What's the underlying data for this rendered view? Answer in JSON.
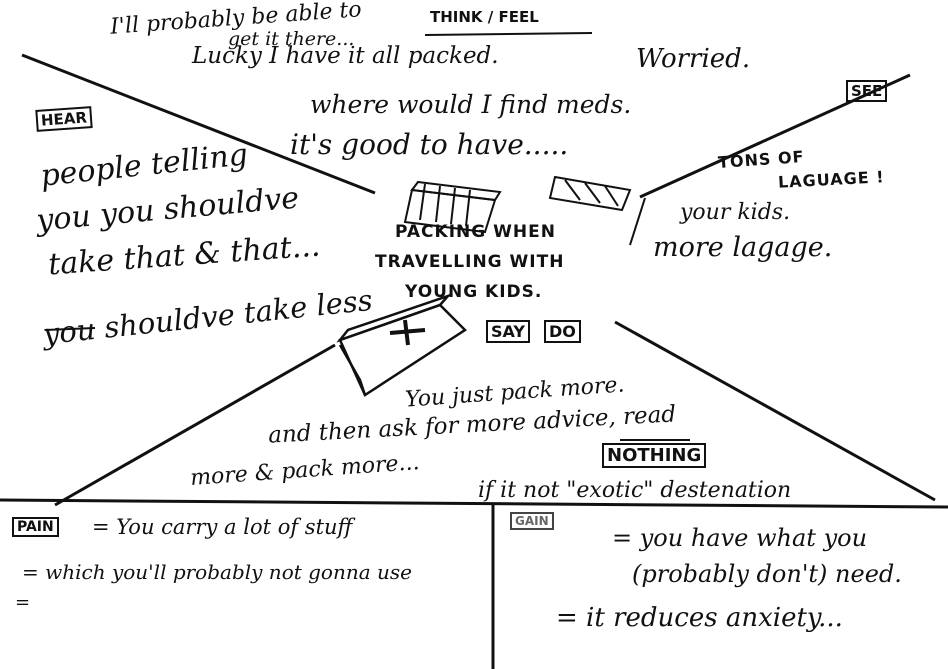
{
  "center": {
    "line1": "PACKING WHEN",
    "line2": "TRAVELLING WITH",
    "line3": "YOUNG KIDS."
  },
  "think_feel": {
    "label": "THINK / FEEL",
    "line1": "I'll probably be able to",
    "line2": "get it there...",
    "line3": "Lucky I have it all packed.",
    "line4": "Worried.",
    "line5": "where would I find meds.",
    "line6": "it's good to have....."
  },
  "hear": {
    "label": "HEAR",
    "line1": "people telling",
    "line2": "you you shouldve",
    "line3": "take that & that...",
    "line4": "you shouldve take less"
  },
  "see": {
    "label": "SEE",
    "line1": "TONS OF",
    "line2": "LAGUAGE !",
    "line3": "your kids.",
    "line4": "more lagage."
  },
  "say_do": {
    "say_label": "SAY",
    "do_label": "DO",
    "line1": "You just pack more.",
    "line2": "and then ask for more advice, read",
    "line3": "more & pack more...",
    "line4": "if it not \"exotic\" destenation",
    "nothing": "NOTHING"
  },
  "pain": {
    "label": "PAIN",
    "line1": "= You carry a lot of stuff",
    "line2": "= which you'll probably not gonna use",
    "line3": "="
  },
  "gain": {
    "label": "GAIN",
    "line1": "= you have what you",
    "line2": "(probably don't) need.",
    "line3": "= it reduces anxiety..."
  }
}
